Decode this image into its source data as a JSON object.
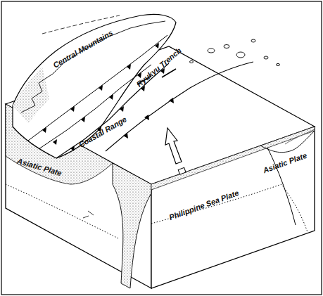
{
  "diagram": {
    "labels": [
      "Central Mountains",
      "Ryukyu Trench",
      "Coastal Range",
      "Asiatic Plate",
      "Asiatic Plate",
      "Philippine Sea Plate"
    ]
  }
}
